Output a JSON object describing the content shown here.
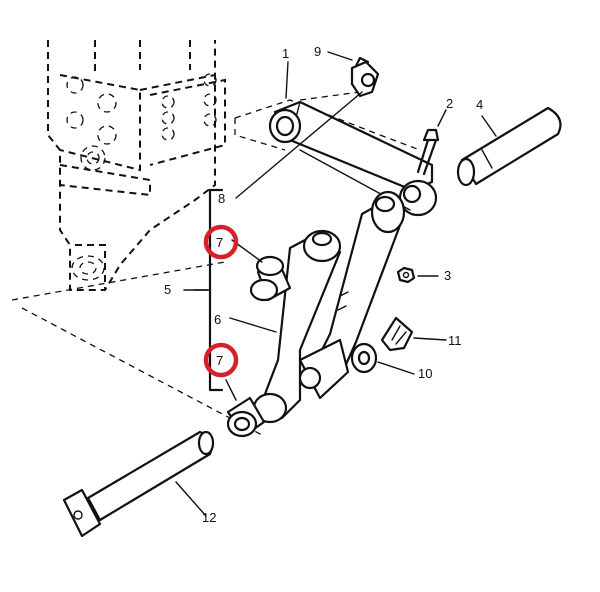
{
  "callouts": {
    "c1": "1",
    "c2": "2",
    "c3": "3",
    "c4": "4",
    "c5": "5",
    "c6": "6",
    "c7a": "7",
    "c7b": "7",
    "c8": "8",
    "c9": "9",
    "c10": "10",
    "c11": "11",
    "c12": "12"
  },
  "colors": {
    "line": "#111111",
    "highlight": "#d6202a",
    "background": "#ffffff"
  }
}
